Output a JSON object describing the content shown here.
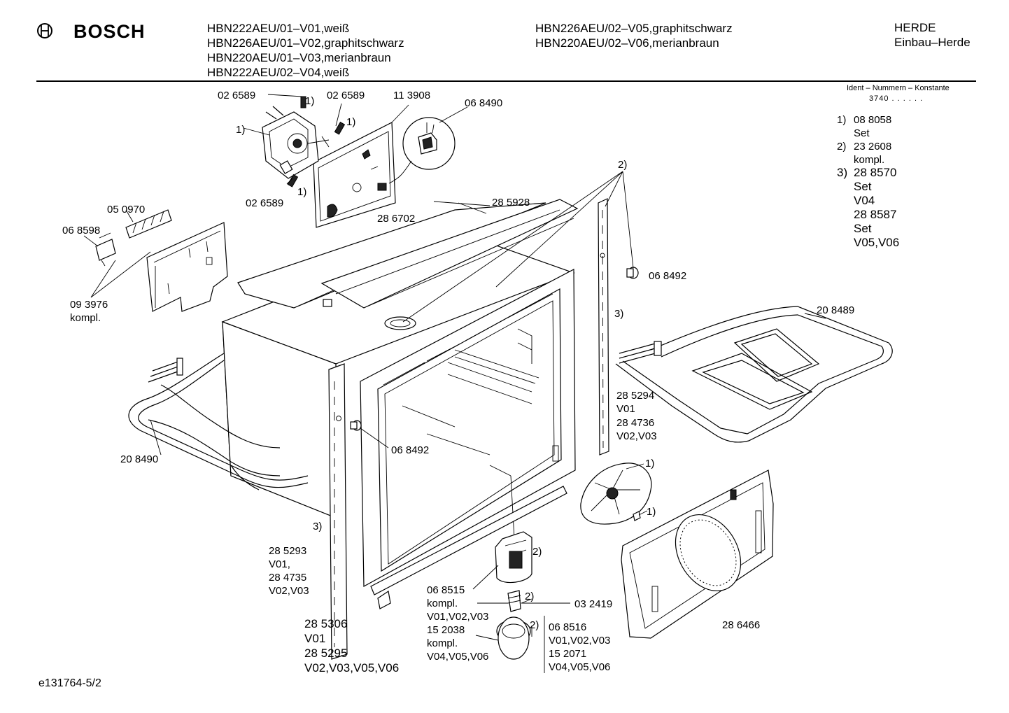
{
  "brand": {
    "name": "BOSCH"
  },
  "header": {
    "models_left": [
      "HBN222AEU/01–V01,weiß",
      "HBN226AEU/01–V02,graphitschwarz",
      "HBN220AEU/01–V03,merianbraun",
      "HBN222AEU/02–V04,weiß"
    ],
    "models_right": [
      "HBN226AEU/02–V05,graphitschwarz",
      "HBN220AEU/02–V06,merianbraun"
    ],
    "category": [
      "HERDE",
      "Einbau–Herde"
    ]
  },
  "ident": {
    "label": "Ident – Nummern – Konstante",
    "value": "3740 . . . . . ."
  },
  "legend": [
    {
      "num": "1)",
      "lines": [
        "08 8058",
        "Set"
      ]
    },
    {
      "num": "2)",
      "lines": [
        "23 2608",
        "kompl."
      ]
    },
    {
      "num": "3)",
      "lines": [
        "28 8570",
        "Set",
        "V04",
        "28 8587",
        "Set",
        "V05,V06"
      ]
    }
  ],
  "labels": {
    "p026589_top": "02 6589",
    "n1_top": "1)",
    "p026589_mid": "02 6589",
    "n1_mid": "1)",
    "p113908": "11 3908",
    "p068490": "06 8490",
    "n1_motor": "1)",
    "p026589_low": "02 6589",
    "n1_low": "1)",
    "p050970": "05 0970",
    "p068598": "06 8598",
    "p286702": "28 6702",
    "p285928": "28 5928",
    "n2_top": "2)",
    "p068492_r": "06 8492",
    "p093976": "09 3976",
    "p093976_b": "kompl.",
    "n3_r": "3)",
    "p208489": "20 8489",
    "p285294": "28 5294",
    "p285294_b": "V01",
    "p284736": "28 4736",
    "p284736_b": "V02,V03",
    "p068492_l": "06 8492",
    "p208490": "20 8490",
    "n1_fan": "1)",
    "n1_nut": "1)",
    "n3_l": "3)",
    "p285293": "28 5293",
    "p285293_b": "V01,",
    "p284735": "28 4735",
    "p284735_b": "V02,V03",
    "n2_lamp": "2)",
    "p068515": "06 8515",
    "p068515_b": "kompl.",
    "p068515_c": "V01,V02,V03",
    "n2_bulb": "2)",
    "p032419": "03 2419",
    "p152038": "15 2038",
    "p152038_b": "kompl.",
    "p152038_c": "V04,V05,V06",
    "n2_cap": "2)",
    "p068516": "06 8516",
    "p068516_b": "V01,V02,V03",
    "p152071": "15 2071",
    "p152071_b": "V04,V05,V06",
    "p286466": "28 6466",
    "p285306": "28 5306",
    "p285306_b": "V01",
    "p285295": "28 5295",
    "p285295_b": "V02,V03,V05,V06"
  },
  "footer": {
    "doc_id": "e131764-5/2"
  }
}
